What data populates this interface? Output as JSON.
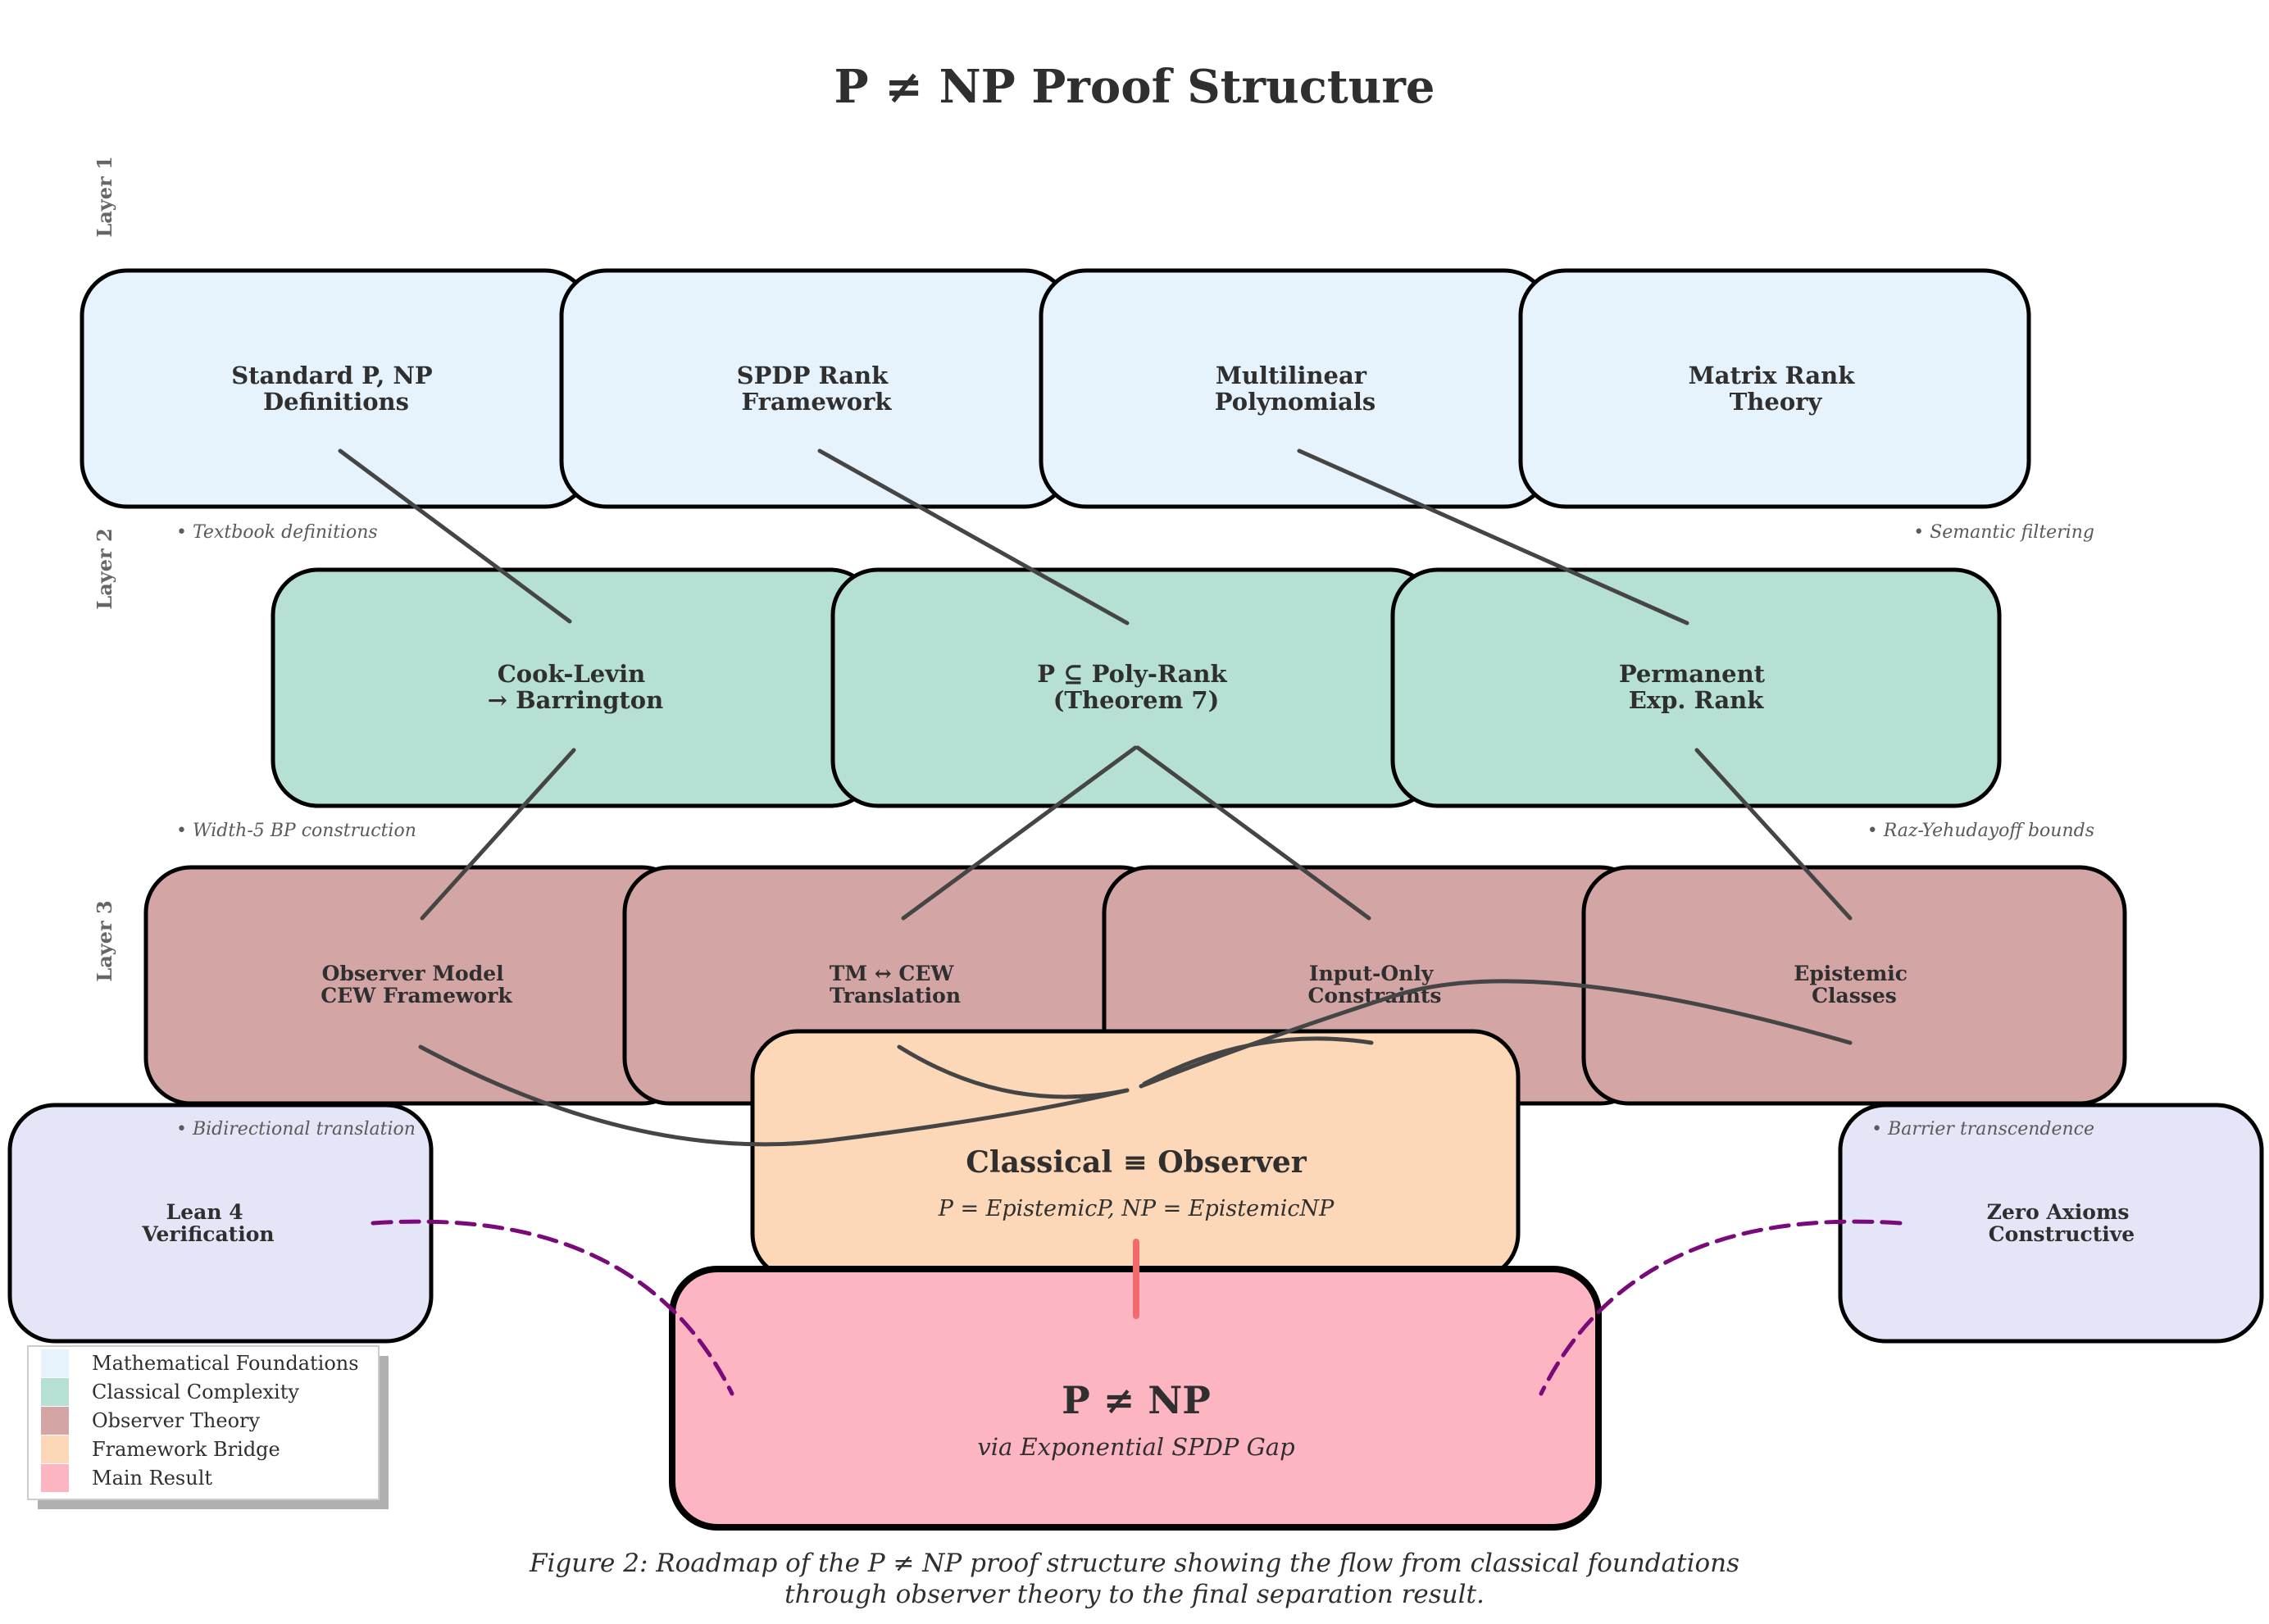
{
  "title": "P ≠ NP Proof Structure",
  "layer_labels": [
    "Layer 1",
    "Layer 2",
    "Layer 3"
  ],
  "nodes": {
    "std_defs": [
      "Standard P, NP",
      "Definitions"
    ],
    "spdp": [
      "SPDP Rank",
      "Framework"
    ],
    "multilinear": [
      "Multilinear",
      "Polynomials"
    ],
    "matrix_rank": [
      "Matrix Rank",
      "Theory"
    ],
    "cook_levin": [
      "Cook-Levin",
      "→ Barrington"
    ],
    "p_poly_rank": [
      "P ⊆ Poly-Rank",
      "(Theorem 7)"
    ],
    "permanent": [
      "Permanent",
      "Exp. Rank"
    ],
    "observer_model": [
      "Observer Model",
      "CEW Framework"
    ],
    "tm_cew": [
      "TM ↔ CEW",
      "Translation"
    ],
    "input_only": [
      "Input-Only",
      "Constraints"
    ],
    "epistemic": [
      "Epistemic",
      "Classes"
    ],
    "lean4": [
      "Lean 4",
      "Verification"
    ],
    "zero_axioms": [
      "Zero Axioms",
      "Constructive"
    ],
    "bridge_title": "Classical ≡ Observer",
    "bridge_subtitle": "P = EpistemicP, NP = EpistemicNP",
    "main_title": "P ≠ NP",
    "main_subtitle": "via Exponential SPDP Gap"
  },
  "notes": {
    "textbook": "• Textbook definitions",
    "semantic": "• Semantic filtering",
    "width5": "• Width-5 BP construction",
    "raz": "• Raz-Yehudayoff bounds",
    "bidirectional": "• Bidirectional translation",
    "barrier": "• Barrier transcendence"
  },
  "legend": [
    {
      "label": "Mathematical Foundations",
      "color": "#e6f2fc"
    },
    {
      "label": "Classical Complexity",
      "color": "#b7e0d4"
    },
    {
      "label": "Observer Theory",
      "color": "#d4a5a5"
    },
    {
      "label": "Framework Bridge",
      "color": "#fdd8b8"
    },
    {
      "label": "Main Result",
      "color": "#feb5c2"
    }
  ],
  "colors": {
    "layer1": "#e6f2fc",
    "layer2": "#b7e0d4",
    "layer3": "#d4a5a5",
    "bridge": "#fdd8b8",
    "main": "#feb5c2",
    "verification": "#e5e5f8",
    "connector": "#454545",
    "dashed": "#7a0a7a",
    "red_link": "#f06b6b"
  },
  "caption": [
    "Figure 2: Roadmap of the P ≠ NP proof structure showing the flow from classical foundations",
    "through observer theory to the final separation result."
  ]
}
